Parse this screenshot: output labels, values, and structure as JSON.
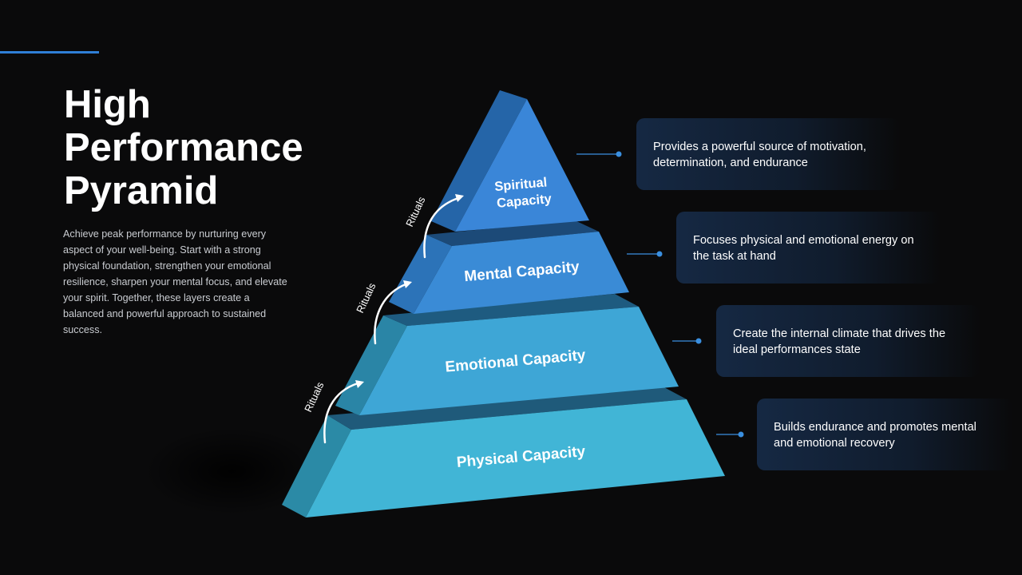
{
  "title_lines": [
    "High",
    "Performance",
    "Pyramid"
  ],
  "intro": "Achieve peak performance by nurturing every aspect of your well-being. Start with a strong physical foundation, strengthen your emotional resilience, sharpen your mental focus, and elevate your spirit. Together, these layers create a balanced and powerful approach to sustained success.",
  "layers": [
    {
      "label": "Spiritual Capacity",
      "label_lines": [
        "Spiritual",
        "Capacity"
      ],
      "description": "Provides a powerful source of motivation, determination, and endurance",
      "color": "#3a86d8"
    },
    {
      "label": "Mental Capacity",
      "label_lines": [
        "Mental Capacity"
      ],
      "description": "Focuses physical and emotional energy on the task at hand",
      "color": "#3a8bd6"
    },
    {
      "label": "Emotional Capacity",
      "label_lines": [
        "Emotional Capacity"
      ],
      "description": "Create the internal climate that drives the ideal performances state",
      "color": "#3ea6d6"
    },
    {
      "label": "Physical Capacity",
      "label_lines": [
        "Physical Capacity"
      ],
      "description": "Builds endurance and promotes mental and emotional recovery",
      "color": "#41b5d6"
    }
  ],
  "ritual_label": "Rituals",
  "colors": {
    "accent": "#2f7fd6",
    "background": "#0a0a0b",
    "connector": "#3a8fe0"
  }
}
